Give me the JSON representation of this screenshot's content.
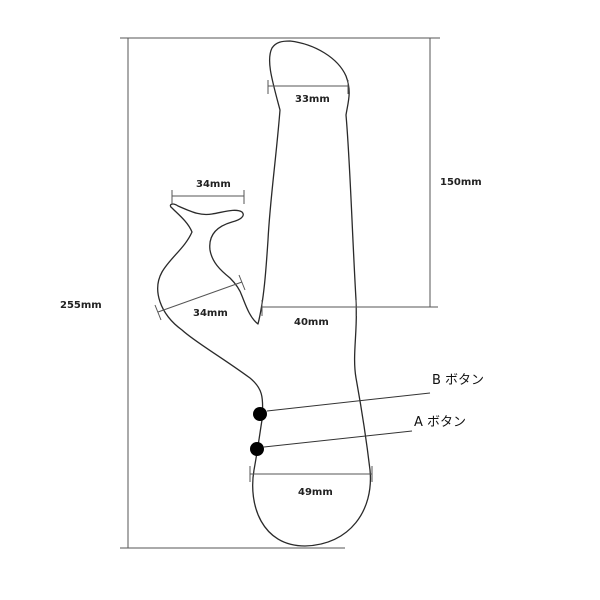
{
  "dimensions": {
    "total_height": "255mm",
    "shaft_length": "150mm",
    "tip_width": "33mm",
    "shaft_width": "40mm",
    "clit_top_width": "34mm",
    "clit_arm_width": "34mm",
    "handle_width": "49mm"
  },
  "buttons": {
    "b_label": "B ボタン",
    "a_label": "A ボタン"
  }
}
